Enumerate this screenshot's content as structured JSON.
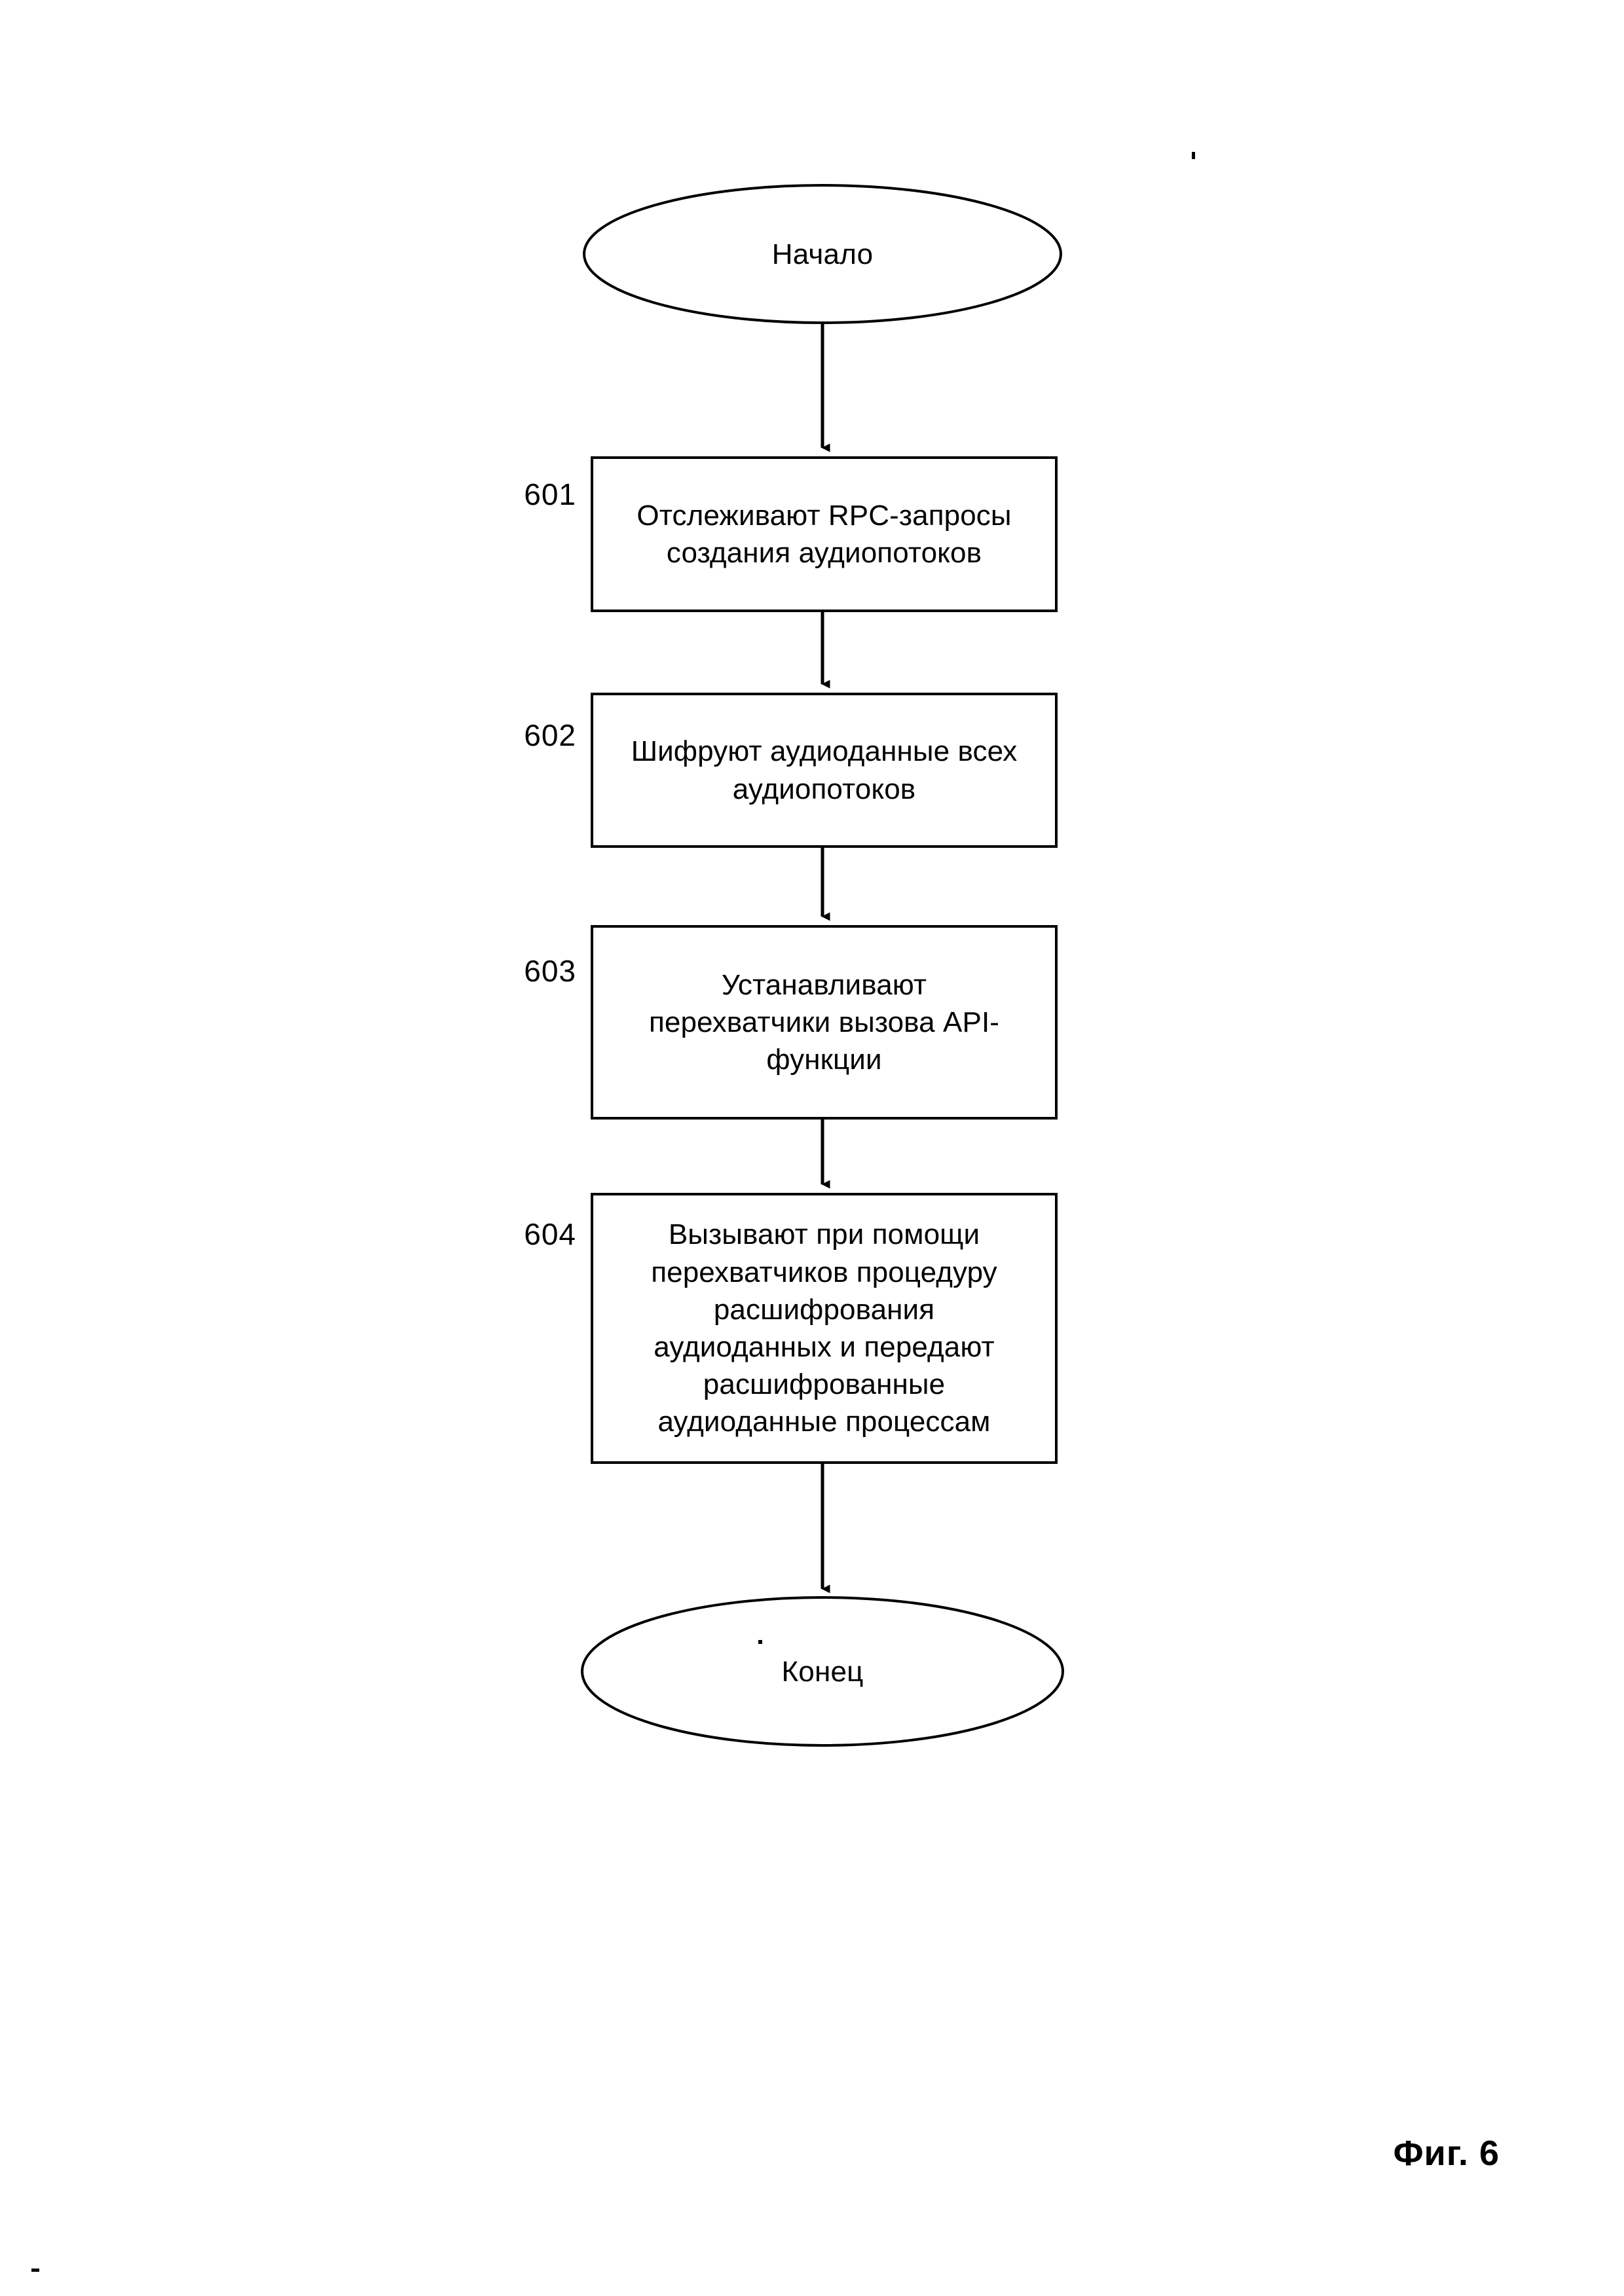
{
  "figure": {
    "caption": "Фиг. 6",
    "page_kind": "patent-drawing-sheet"
  },
  "flowchart": {
    "type": "flowchart",
    "orientation": "vertical",
    "start": {
      "shape": "ellipse",
      "label": "Начало"
    },
    "end": {
      "shape": "ellipse",
      "label": "Конец"
    },
    "steps": [
      {
        "number": "601",
        "shape": "rectangle",
        "text": "Отслеживают RPC-запросы\nсоздания аудиопотоков"
      },
      {
        "number": "602",
        "shape": "rectangle",
        "text": "Шифруют аудиоданные всех\nаудиопотоков"
      },
      {
        "number": "603",
        "shape": "rectangle",
        "text": "Устанавливают\nперехватчики вызова API-\nфункции"
      },
      {
        "number": "604",
        "shape": "rectangle",
        "text": "Вызывают при помощи\nперехватчиков процедуру\nрасшифрования\nаудиоданных и передают\nрасшифрованные\nаудиоданные процессам"
      }
    ],
    "connectors": [
      {
        "from": "start",
        "to": "601",
        "arrow": "down"
      },
      {
        "from": "601",
        "to": "602",
        "arrow": "down"
      },
      {
        "from": "602",
        "to": "603",
        "arrow": "down"
      },
      {
        "from": "603",
        "to": "604",
        "arrow": "down"
      },
      {
        "from": "604",
        "to": "end",
        "arrow": "down"
      }
    ]
  },
  "colors": {
    "stroke": "#000000",
    "background": "#ffffff",
    "text": "#000000"
  }
}
